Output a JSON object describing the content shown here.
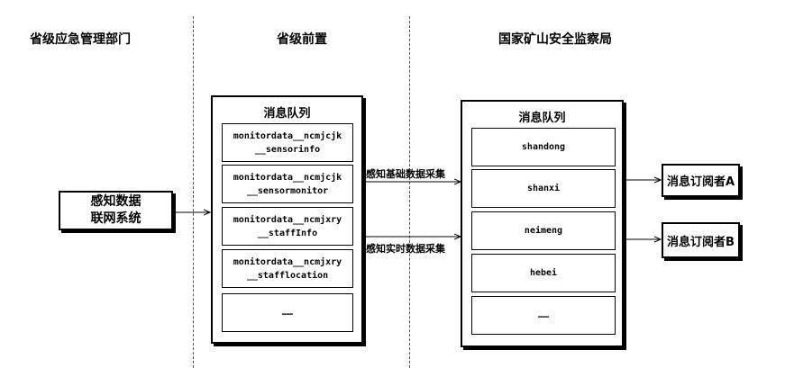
{
  "columns": {
    "left": "省级应急管理部门",
    "middle": "省级前置",
    "right": "国家矿山安全监察局"
  },
  "source_system": {
    "line1": "感知数据",
    "line2": "联网系统"
  },
  "front_queue": {
    "title": "消息队列",
    "items": [
      {
        "line1": "monitordata__ncmjcjk",
        "line2": "__sensorinfo"
      },
      {
        "line1": "monitordata__ncmjcjk",
        "line2": "__sensormonitor"
      },
      {
        "line1": "monitordata__ncmjxry",
        "line2": "__staffInfo"
      },
      {
        "line1": "monitordata__ncmjxry",
        "line2": "__stafflocation"
      },
      {
        "line1": "……",
        "line2": ""
      }
    ]
  },
  "flows": {
    "basic": "感知基础数据采集",
    "realtime": "感知实时数据采集"
  },
  "national_queue": {
    "title": "消息队列",
    "items": [
      "shandong",
      "shanxi",
      "neimeng",
      "hebei",
      "……"
    ]
  },
  "subscribers": [
    "消息订阅者A",
    "消息订阅者B"
  ]
}
